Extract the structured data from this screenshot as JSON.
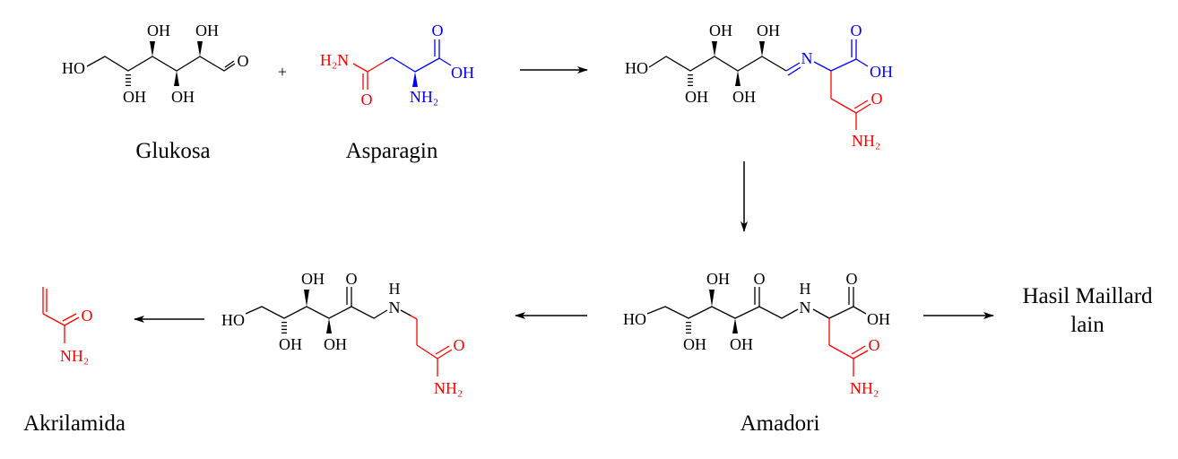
{
  "labels": {
    "glucose": "Glukosa",
    "asparagine": "Asparagin",
    "amadori": "Amadori",
    "acrylamide": "Akrilamida",
    "other_line1": "Hasil Maillard",
    "other_line2": "lain",
    "plus": "+"
  },
  "atoms": {
    "HO": "HO",
    "OH": "OH",
    "O": "O",
    "N": "N",
    "H": "H",
    "NH2": "NH₂",
    "H2N": "H₂N"
  },
  "colors": {
    "sugar": "#000000",
    "amide_part": "#ff0000",
    "amino_acid_part": "#0000ff"
  }
}
